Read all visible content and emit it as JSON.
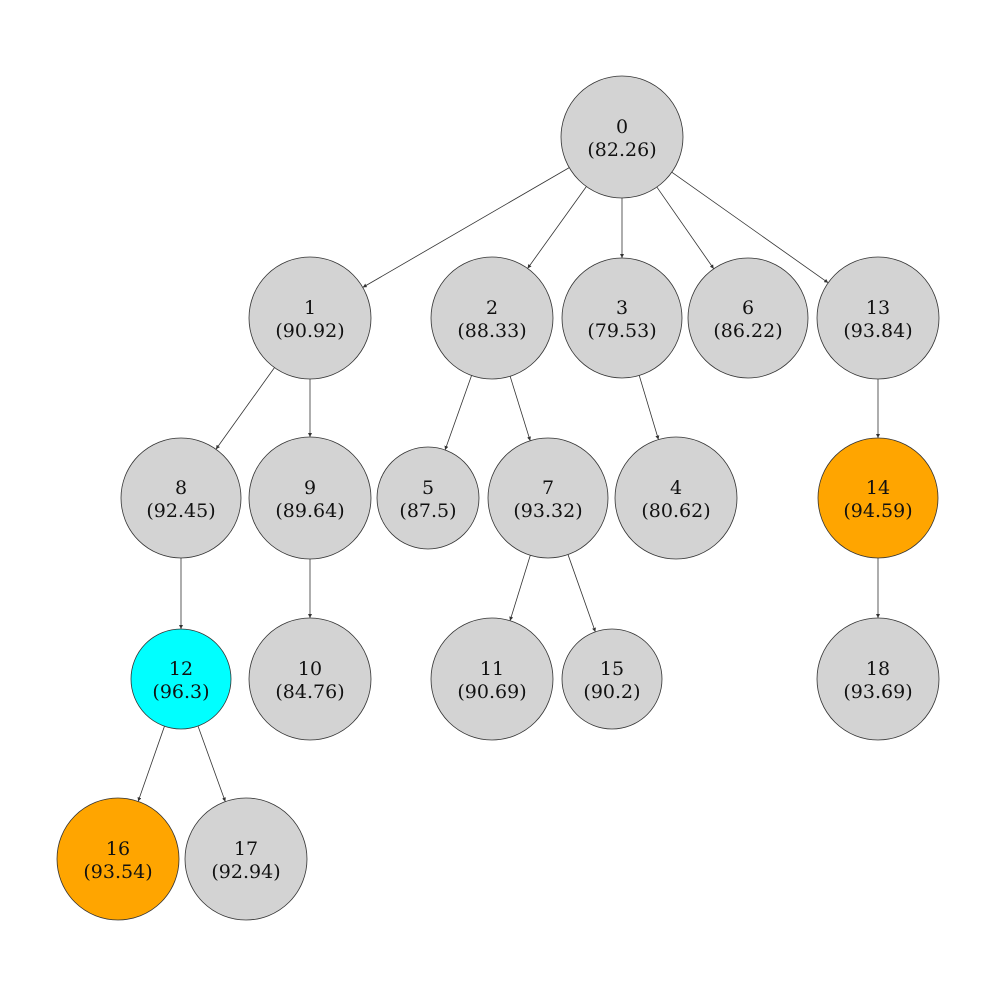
{
  "diagram": {
    "type": "tree",
    "nodes": [
      {
        "id": "0",
        "label": "0",
        "value": "(82.26)",
        "color": "#d3d3d3"
      },
      {
        "id": "1",
        "label": "1",
        "value": "(90.92)",
        "color": "#d3d3d3"
      },
      {
        "id": "2",
        "label": "2",
        "value": "(88.33)",
        "color": "#d3d3d3"
      },
      {
        "id": "3",
        "label": "3",
        "value": "(79.53)",
        "color": "#d3d3d3"
      },
      {
        "id": "6",
        "label": "6",
        "value": "(86.22)",
        "color": "#d3d3d3"
      },
      {
        "id": "13",
        "label": "13",
        "value": "(93.84)",
        "color": "#d3d3d3"
      },
      {
        "id": "8",
        "label": "8",
        "value": "(92.45)",
        "color": "#d3d3d3"
      },
      {
        "id": "9",
        "label": "9",
        "value": "(89.64)",
        "color": "#d3d3d3"
      },
      {
        "id": "5",
        "label": "5",
        "value": "(87.5)",
        "color": "#d3d3d3"
      },
      {
        "id": "7",
        "label": "7",
        "value": "(93.32)",
        "color": "#d3d3d3"
      },
      {
        "id": "4",
        "label": "4",
        "value": "(80.62)",
        "color": "#d3d3d3"
      },
      {
        "id": "14",
        "label": "14",
        "value": "(94.59)",
        "color": "#ffa500"
      },
      {
        "id": "12",
        "label": "12",
        "value": "(96.3)",
        "color": "#00ffff"
      },
      {
        "id": "10",
        "label": "10",
        "value": "(84.76)",
        "color": "#d3d3d3"
      },
      {
        "id": "11",
        "label": "11",
        "value": "(90.69)",
        "color": "#d3d3d3"
      },
      {
        "id": "15",
        "label": "15",
        "value": "(90.2)",
        "color": "#d3d3d3"
      },
      {
        "id": "18",
        "label": "18",
        "value": "(93.69)",
        "color": "#d3d3d3"
      },
      {
        "id": "16",
        "label": "16",
        "value": "(93.54)",
        "color": "#ffa500"
      },
      {
        "id": "17",
        "label": "17",
        "value": "(92.94)",
        "color": "#d3d3d3"
      }
    ],
    "edges": [
      {
        "from": "0",
        "to": "1"
      },
      {
        "from": "0",
        "to": "2"
      },
      {
        "from": "0",
        "to": "3"
      },
      {
        "from": "0",
        "to": "6"
      },
      {
        "from": "0",
        "to": "13"
      },
      {
        "from": "1",
        "to": "8"
      },
      {
        "from": "1",
        "to": "9"
      },
      {
        "from": "2",
        "to": "5"
      },
      {
        "from": "2",
        "to": "7"
      },
      {
        "from": "3",
        "to": "4"
      },
      {
        "from": "13",
        "to": "14"
      },
      {
        "from": "8",
        "to": "12"
      },
      {
        "from": "9",
        "to": "10"
      },
      {
        "from": "7",
        "to": "11"
      },
      {
        "from": "7",
        "to": "15"
      },
      {
        "from": "14",
        "to": "18"
      },
      {
        "from": "12",
        "to": "16"
      },
      {
        "from": "12",
        "to": "17"
      }
    ]
  }
}
